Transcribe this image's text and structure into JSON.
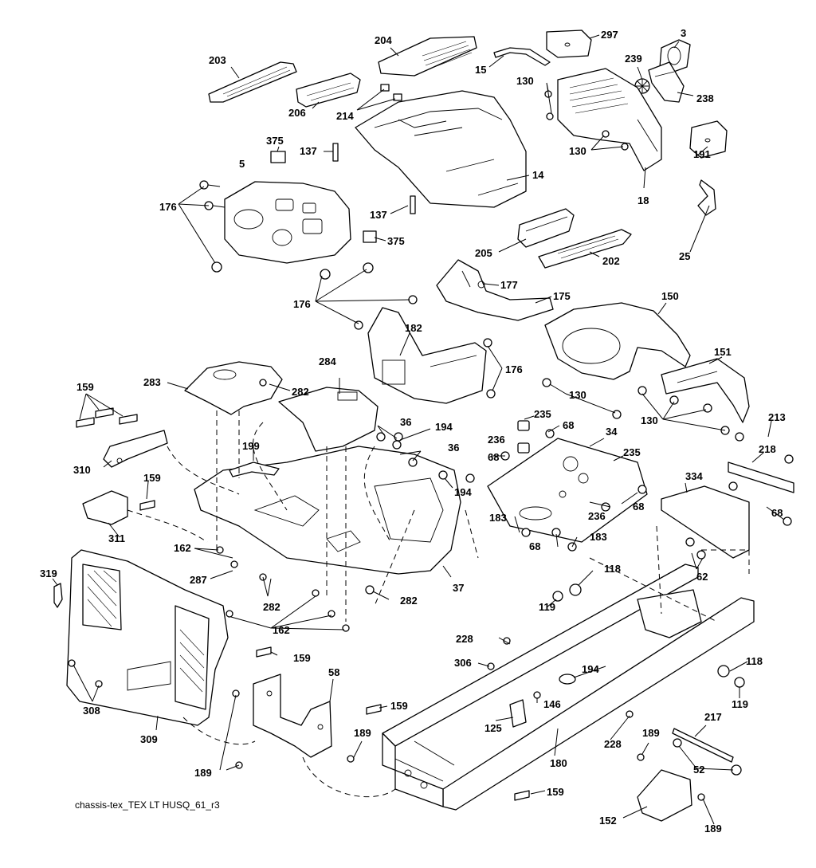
{
  "diagram": {
    "caption": "chassis-tex_TEX LT HUSQ_61_r3",
    "callouts": [
      {
        "key": "c203",
        "label": "203"
      },
      {
        "key": "c204",
        "label": "204"
      },
      {
        "key": "c297",
        "label": "297"
      },
      {
        "key": "c3",
        "label": "3"
      },
      {
        "key": "c239",
        "label": "239"
      },
      {
        "key": "c15",
        "label": "15"
      },
      {
        "key": "c130a",
        "label": "130"
      },
      {
        "key": "c206",
        "label": "206"
      },
      {
        "key": "c214",
        "label": "214"
      },
      {
        "key": "c238",
        "label": "238"
      },
      {
        "key": "c375a",
        "label": "375"
      },
      {
        "key": "c137a",
        "label": "137"
      },
      {
        "key": "c130b",
        "label": "130"
      },
      {
        "key": "c5",
        "label": "5"
      },
      {
        "key": "c191",
        "label": "191"
      },
      {
        "key": "c14",
        "label": "14"
      },
      {
        "key": "c176a",
        "label": "176"
      },
      {
        "key": "c18",
        "label": "18"
      },
      {
        "key": "c137b",
        "label": "137"
      },
      {
        "key": "c375b",
        "label": "375"
      },
      {
        "key": "c205",
        "label": "205"
      },
      {
        "key": "c202",
        "label": "202"
      },
      {
        "key": "c25",
        "label": "25"
      },
      {
        "key": "c177",
        "label": "177"
      },
      {
        "key": "c175",
        "label": "175"
      },
      {
        "key": "c150",
        "label": "150"
      },
      {
        "key": "c176b",
        "label": "176"
      },
      {
        "key": "c182",
        "label": "182"
      },
      {
        "key": "c151",
        "label": "151"
      },
      {
        "key": "c176c",
        "label": "176"
      },
      {
        "key": "c283",
        "label": "283"
      },
      {
        "key": "c284",
        "label": "284"
      },
      {
        "key": "c159a",
        "label": "159"
      },
      {
        "key": "c282a",
        "label": "282"
      },
      {
        "key": "c130c",
        "label": "130"
      },
      {
        "key": "c36a",
        "label": "36"
      },
      {
        "key": "c235a",
        "label": "235"
      },
      {
        "key": "c68a",
        "label": "68"
      },
      {
        "key": "c130d",
        "label": "130"
      },
      {
        "key": "c213",
        "label": "213"
      },
      {
        "key": "c194a",
        "label": "194"
      },
      {
        "key": "c34",
        "label": "34"
      },
      {
        "key": "c236a",
        "label": "236"
      },
      {
        "key": "c36b",
        "label": "36"
      },
      {
        "key": "c199",
        "label": "199"
      },
      {
        "key": "c218",
        "label": "218"
      },
      {
        "key": "c68b",
        "label": "68"
      },
      {
        "key": "c235b",
        "label": "235"
      },
      {
        "key": "c310",
        "label": "310"
      },
      {
        "key": "c159b",
        "label": "159"
      },
      {
        "key": "c194b",
        "label": "194"
      },
      {
        "key": "c334",
        "label": "334"
      },
      {
        "key": "c68c",
        "label": "68"
      },
      {
        "key": "c236b",
        "label": "236"
      },
      {
        "key": "c68d",
        "label": "68"
      },
      {
        "key": "c311",
        "label": "311"
      },
      {
        "key": "c183a",
        "label": "183"
      },
      {
        "key": "c68e",
        "label": "68"
      },
      {
        "key": "c183b",
        "label": "183"
      },
      {
        "key": "c162a",
        "label": "162"
      },
      {
        "key": "c62",
        "label": "62"
      },
      {
        "key": "c319",
        "label": "319"
      },
      {
        "key": "c287",
        "label": "287"
      },
      {
        "key": "c37",
        "label": "37"
      },
      {
        "key": "c118a",
        "label": "118"
      },
      {
        "key": "c282b",
        "label": "282"
      },
      {
        "key": "c282c",
        "label": "282"
      },
      {
        "key": "c119a",
        "label": "119"
      },
      {
        "key": "c162b",
        "label": "162"
      },
      {
        "key": "c228a",
        "label": "228"
      },
      {
        "key": "c159c",
        "label": "159"
      },
      {
        "key": "c306",
        "label": "306"
      },
      {
        "key": "c194c",
        "label": "194"
      },
      {
        "key": "c118b",
        "label": "118"
      },
      {
        "key": "c58",
        "label": "58"
      },
      {
        "key": "c308",
        "label": "308"
      },
      {
        "key": "c146",
        "label": "146"
      },
      {
        "key": "c119b",
        "label": "119"
      },
      {
        "key": "c159d",
        "label": "159"
      },
      {
        "key": "c125",
        "label": "125"
      },
      {
        "key": "c309",
        "label": "309"
      },
      {
        "key": "c189a",
        "label": "189"
      },
      {
        "key": "c228b",
        "label": "228"
      },
      {
        "key": "c189b",
        "label": "189"
      },
      {
        "key": "c217",
        "label": "217"
      },
      {
        "key": "c180",
        "label": "180"
      },
      {
        "key": "c52",
        "label": "52"
      },
      {
        "key": "c189c",
        "label": "189"
      },
      {
        "key": "c159e",
        "label": "159"
      },
      {
        "key": "c152",
        "label": "152"
      },
      {
        "key": "c189d",
        "label": "189"
      }
    ]
  }
}
